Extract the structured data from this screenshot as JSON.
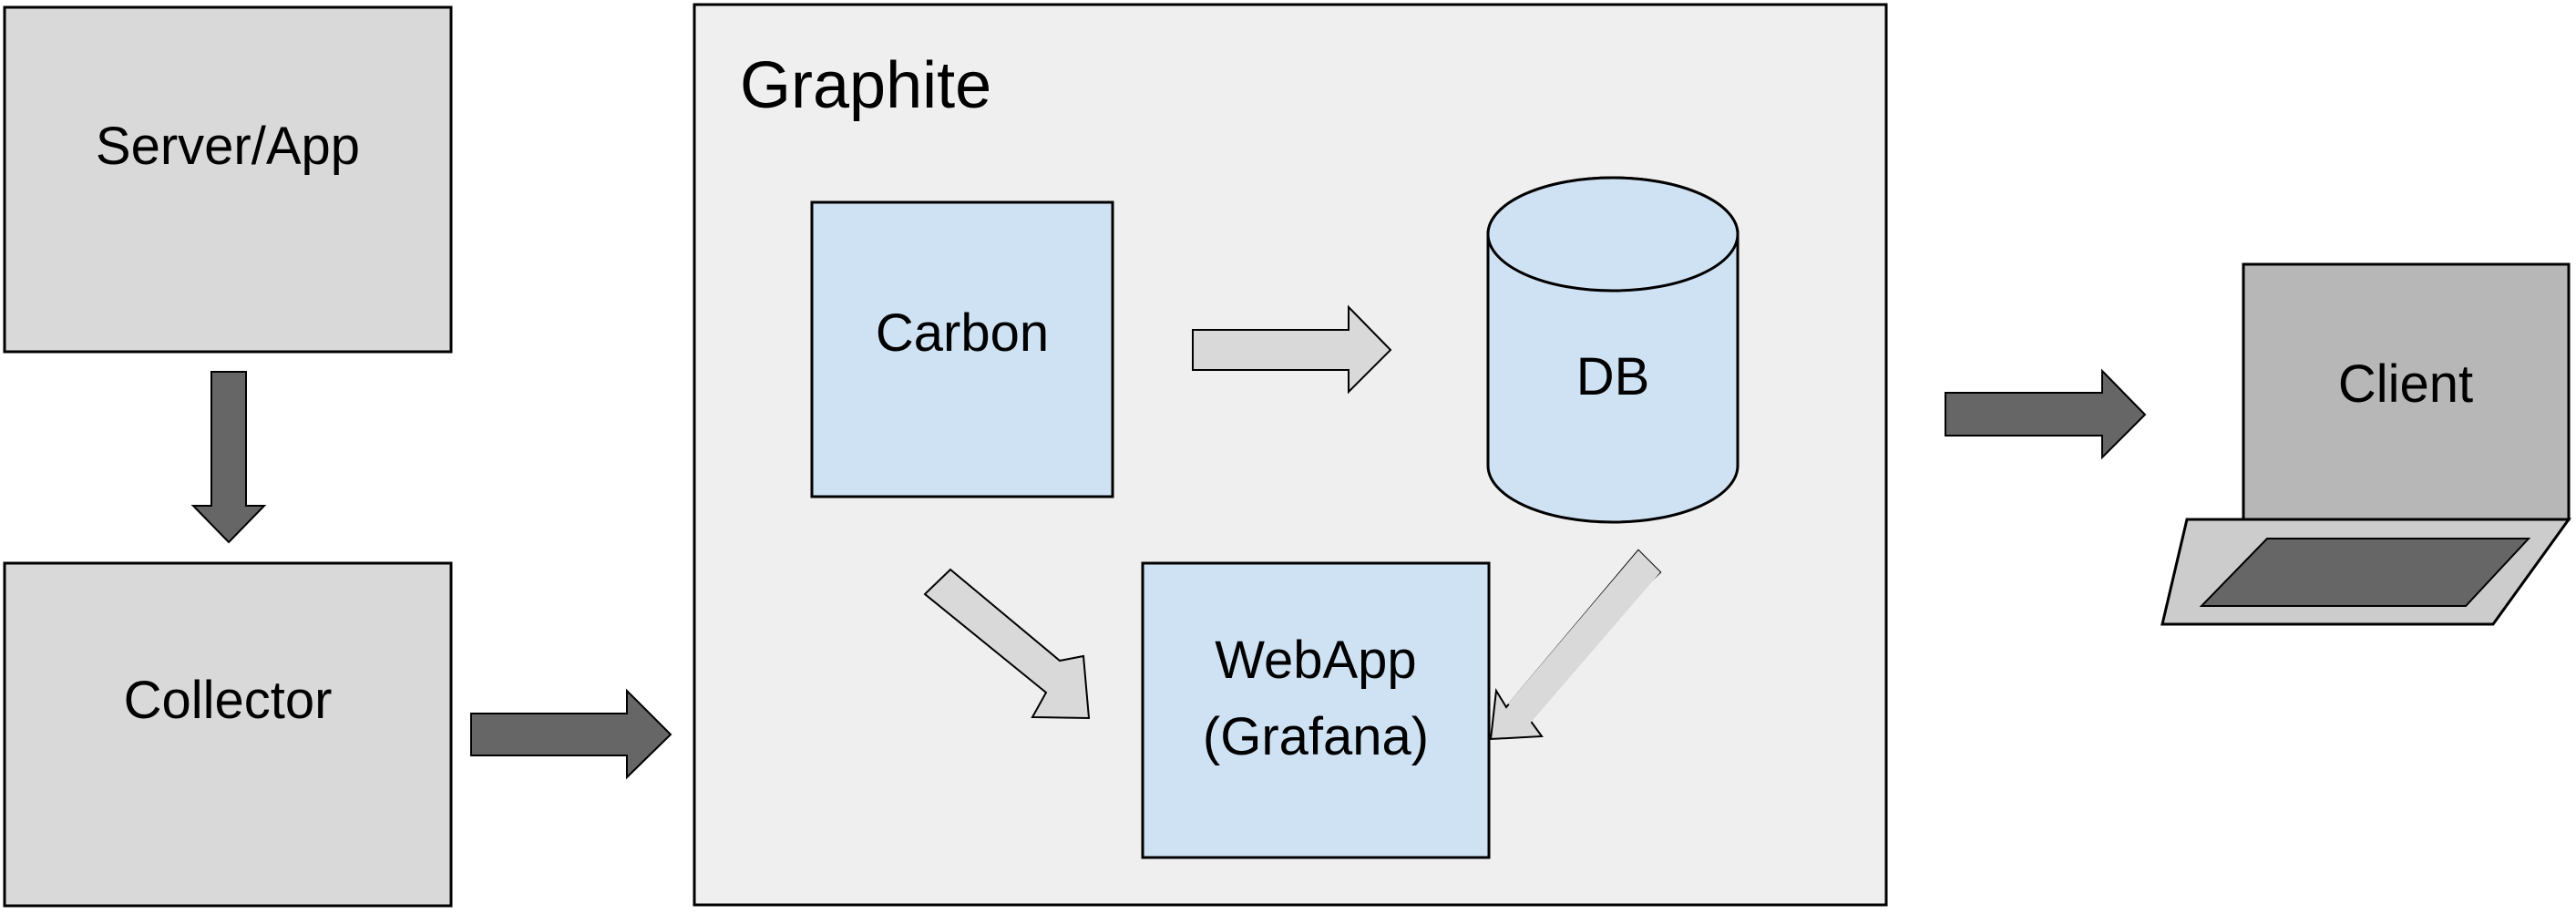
{
  "colors": {
    "gray_box": "#d9d9d9",
    "graphite_bg": "#efefef",
    "blue_box": "#cfe2f3",
    "dark_arrow": "#666666",
    "light_arrow": "#d9d9d9",
    "laptop_screen": "#b7b7b7",
    "laptop_base": "#cccccc",
    "outline": "#000000"
  },
  "nodes": {
    "server_app": "Server/App",
    "collector": "Collector",
    "graphite": "Graphite",
    "carbon": "Carbon",
    "db": "DB",
    "webapp_line1": "WebApp",
    "webapp_line2": "(Grafana)",
    "client": "Client"
  },
  "icons": [
    "database-cylinder-icon",
    "laptop-icon"
  ],
  "edges": [
    {
      "from": "Server/App",
      "to": "Collector"
    },
    {
      "from": "Collector",
      "to": "Graphite"
    },
    {
      "from": "Carbon",
      "to": "DB"
    },
    {
      "from": "Carbon",
      "to": "WebApp (Grafana)"
    },
    {
      "from": "DB",
      "to": "WebApp (Grafana)"
    },
    {
      "from": "Graphite",
      "to": "Client"
    }
  ]
}
